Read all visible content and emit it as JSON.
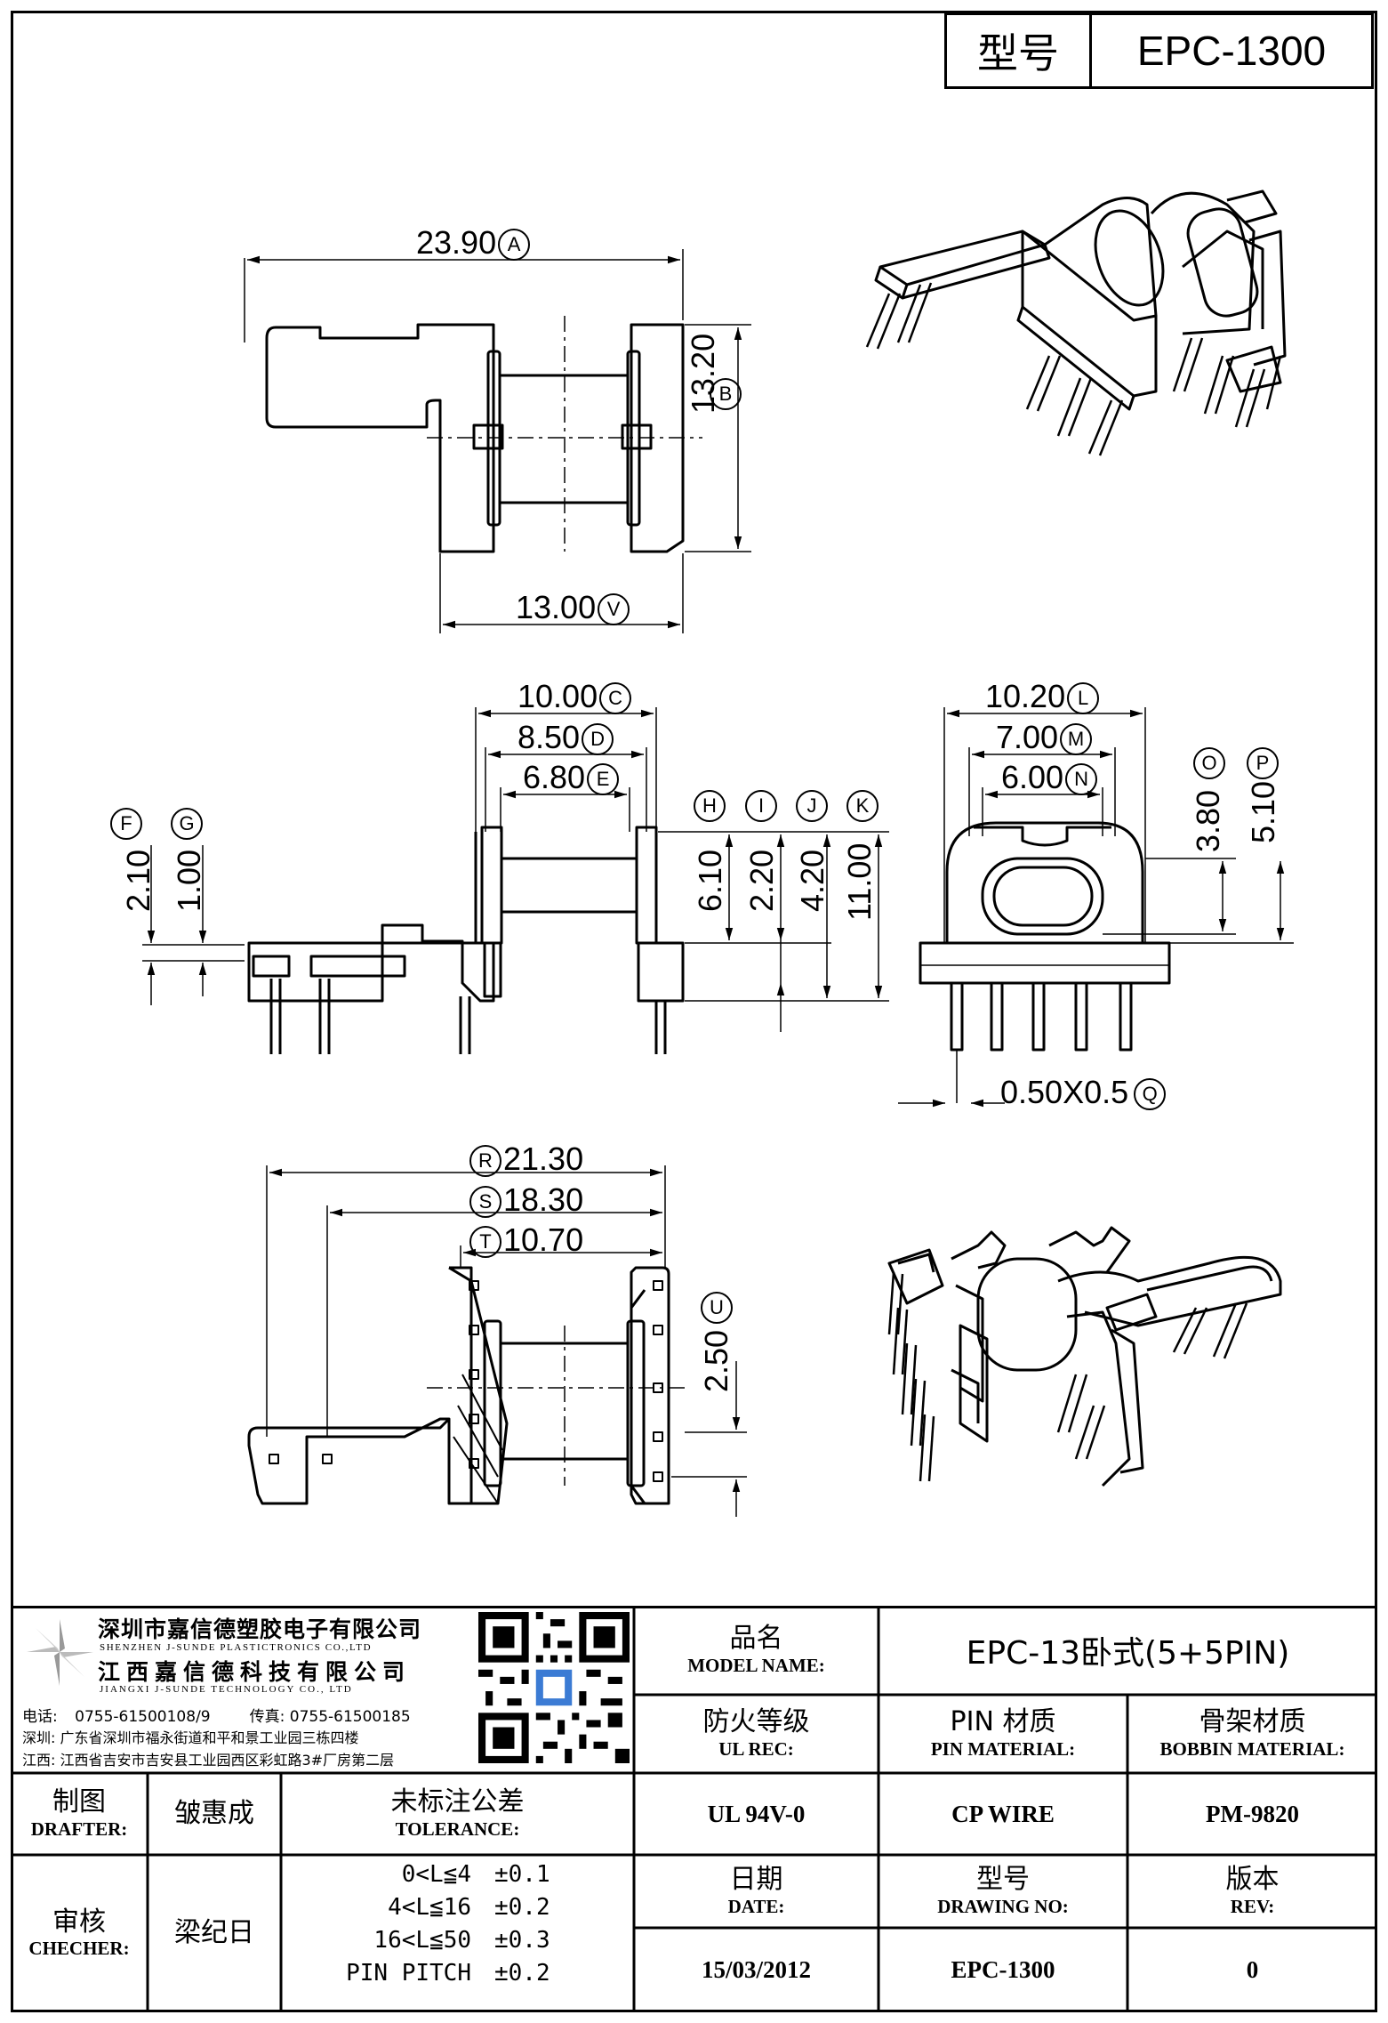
{
  "header": {
    "type_label": "型号",
    "type_value": "EPC-1300"
  },
  "dimensions": {
    "top_width": "23.90",
    "top_width_tag": "A",
    "top_height": "13.20",
    "top_height_tag": "B",
    "top_bottom": "13.00",
    "top_bottom_tag": "V",
    "c_val": "10.00",
    "c_tag": "C",
    "d_val": "8.50",
    "d_tag": "D",
    "e_val": "6.80",
    "e_tag": "E",
    "f_val": "2.10",
    "f_tag": "F",
    "g_val": "1.00",
    "g_tag": "G",
    "h_val": "6.10",
    "h_tag": "H",
    "i_val": "2.20",
    "i_tag": "I",
    "j_val": "4.20",
    "j_tag": "J",
    "k_val": "11.00",
    "k_tag": "K",
    "l_val": "10.20",
    "l_tag": "L",
    "m_val": "7.00",
    "m_tag": "M",
    "n_val": "6.00",
    "n_tag": "N",
    "o_val": "3.80",
    "o_tag": "O",
    "p_val": "5.10",
    "p_tag": "P",
    "q_val": "0.50X0.5",
    "q_tag": "Q",
    "r_val": "21.30",
    "r_tag": "R",
    "s_val": "18.30",
    "s_tag": "S",
    "t_val": "10.70",
    "t_tag": "T",
    "u_val": "2.50",
    "u_tag": "U"
  },
  "company": {
    "name_sz": "深圳市嘉信德塑胶电子有限公司",
    "name_sz_en": "SHENZHEN J-SUNDE PLASTICTRONICS CO.,LTD",
    "name_jx": "江西嘉信德科技有限公司",
    "name_jx_en": "JIANGXI J-SUNDE TECHNOLOGY CO., LTD",
    "phone_label": "电话:",
    "phone": "0755-61500108/9",
    "fax_label": "传真:",
    "fax": "0755-61500185",
    "sz_label": "深圳:",
    "sz_addr": "广东省深圳市福永街道和平和景工业园三栋四楼",
    "jx_label": "江西:",
    "jx_addr": "江西省吉安市吉安县工业园西区彩虹路3#厂房第二层"
  },
  "title_block": {
    "model_name_zh": "品名",
    "model_name_en": "MODEL NAME:",
    "model_value": "EPC-13卧式(5+5PIN)",
    "ul_zh": "防火等级",
    "ul_en": "UL REC:",
    "pin_zh": "PIN 材质",
    "pin_en": "PIN MATERIAL:",
    "bobbin_zh": "骨架材质",
    "bobbin_en": "BOBBIN MATERIAL:",
    "ul_value": "UL 94V-0",
    "pin_value": "CP WIRE",
    "bobbin_value": "PM-9820",
    "date_zh": "日期",
    "date_en": "DATE:",
    "drawing_zh": "型号",
    "drawing_en": "DRAWING NO:",
    "rev_zh": "版本",
    "rev_en": "REV:",
    "date_value": "15/03/2012",
    "drawing_value": "EPC-1300",
    "rev_value": "0",
    "drafter_zh": "制图",
    "drafter_en": "DRAFTER:",
    "drafter_name": "皱惠成",
    "checker_zh": "审核",
    "checker_en": "CHECHER:",
    "checker_name": "梁纪日",
    "tol_zh": "未标注公差",
    "tol_en": "TOLERANCE:",
    "tol_rows": [
      {
        "range": "0<L≦4",
        "value": "±0.1"
      },
      {
        "range": "4<L≦16",
        "value": "±0.2"
      },
      {
        "range": "16<L≦50",
        "value": "±0.3"
      },
      {
        "range": "PIN PITCH",
        "value": "±0.2"
      }
    ]
  }
}
